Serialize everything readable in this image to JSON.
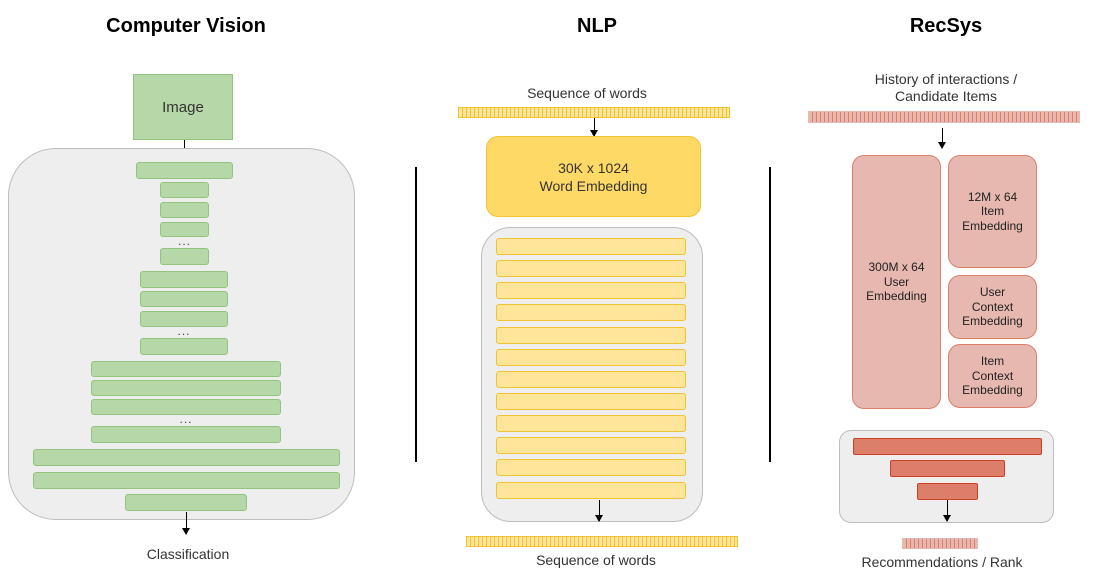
{
  "cv": {
    "title": "Computer Vision",
    "input_label": "Image",
    "ellipsis": "...",
    "output_label": "Classification"
  },
  "nlp": {
    "title": "NLP",
    "input_label": "Sequence of words",
    "embedding_line1": "30K x 1024",
    "embedding_line2": "Word Embedding",
    "output_label": "Sequence of words"
  },
  "recsys": {
    "title": "RecSys",
    "input_label_line1": "History of interactions /",
    "input_label_line2": "Candidate Items",
    "user_embedding": [
      "300M x 64",
      "User",
      "Embedding"
    ],
    "item_embedding": [
      "12M x 64",
      "Item",
      "Embedding"
    ],
    "user_context_embedding": [
      "User",
      "Context",
      "Embedding"
    ],
    "item_context_embedding": [
      "Item",
      "Context",
      "Embedding"
    ],
    "output_label": "Recommendations / Rank"
  },
  "colors": {
    "green_fill": "#b6d7a8",
    "yellow_fill": "#ffe599",
    "embedding_fill": "#ffd966",
    "pink_fill": "#e6b8af",
    "salmon_fill": "#dd7e6b",
    "container_fill": "#eeeeee"
  }
}
